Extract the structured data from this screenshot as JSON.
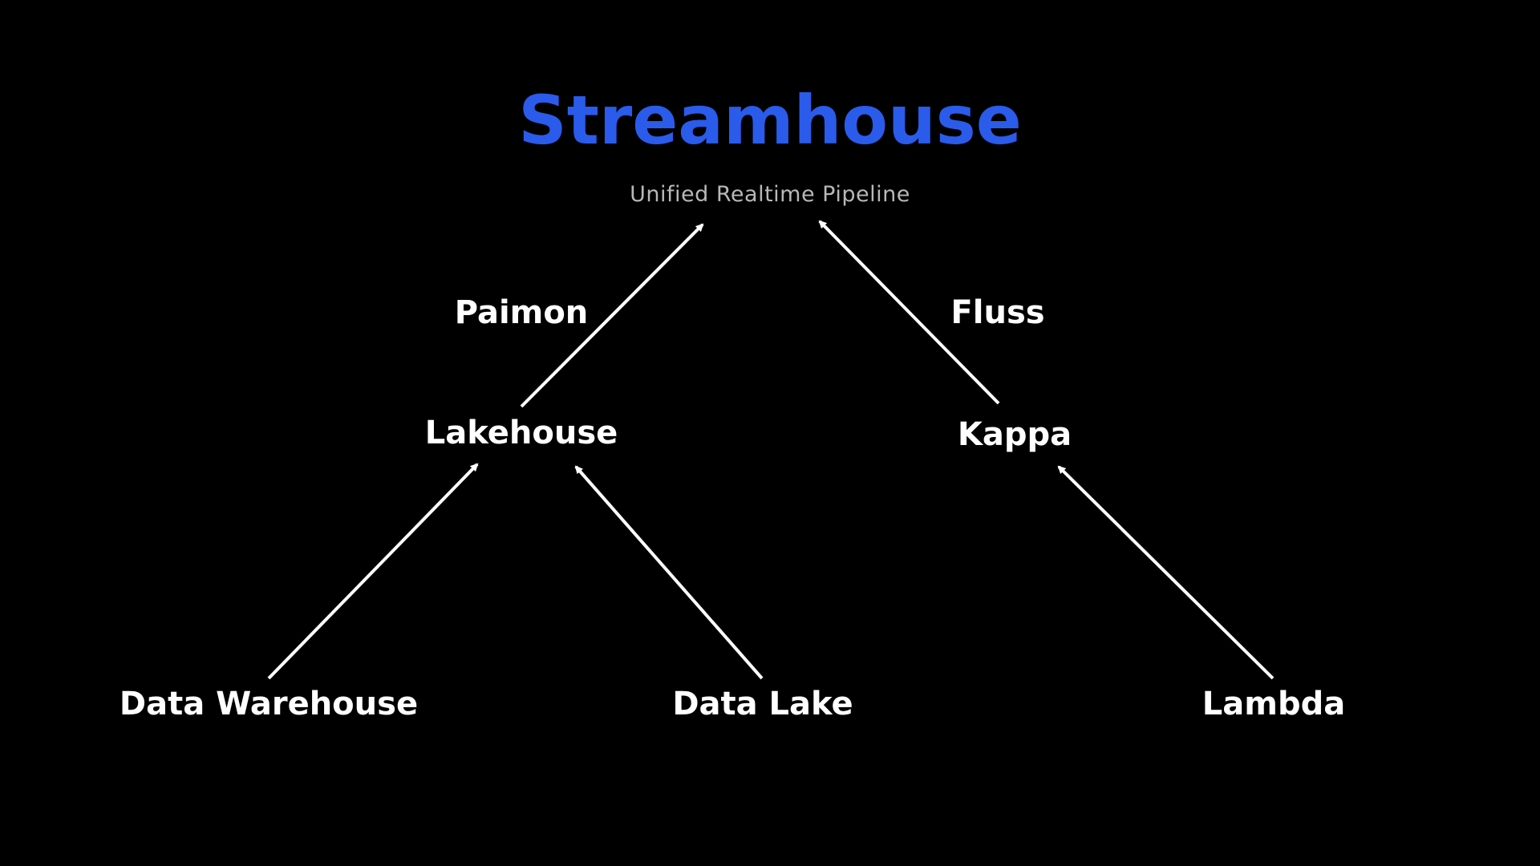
{
  "title": "Streamhouse",
  "subtitle": "Unified Realtime Pipeline",
  "nodes": {
    "lakehouse": "Lakehouse",
    "kappa": "Kappa",
    "data_warehouse": "Data Warehouse",
    "data_lake": "Data Lake",
    "lambda": "Lambda"
  },
  "edge_labels": {
    "paimon": "Paimon",
    "fluss": "Fluss"
  },
  "edges": [
    {
      "from": "data_warehouse",
      "to": "lakehouse"
    },
    {
      "from": "data_lake",
      "to": "lakehouse"
    },
    {
      "from": "lambda",
      "to": "kappa"
    },
    {
      "from": "lakehouse",
      "to": "streamhouse",
      "label": "paimon"
    },
    {
      "from": "kappa",
      "to": "streamhouse",
      "label": "fluss"
    }
  ],
  "colors": {
    "background": "#000000",
    "title": "#2a5bea",
    "subtitle": "#b8b8b8",
    "text": "#ffffff",
    "arrow": "#ffffff"
  }
}
